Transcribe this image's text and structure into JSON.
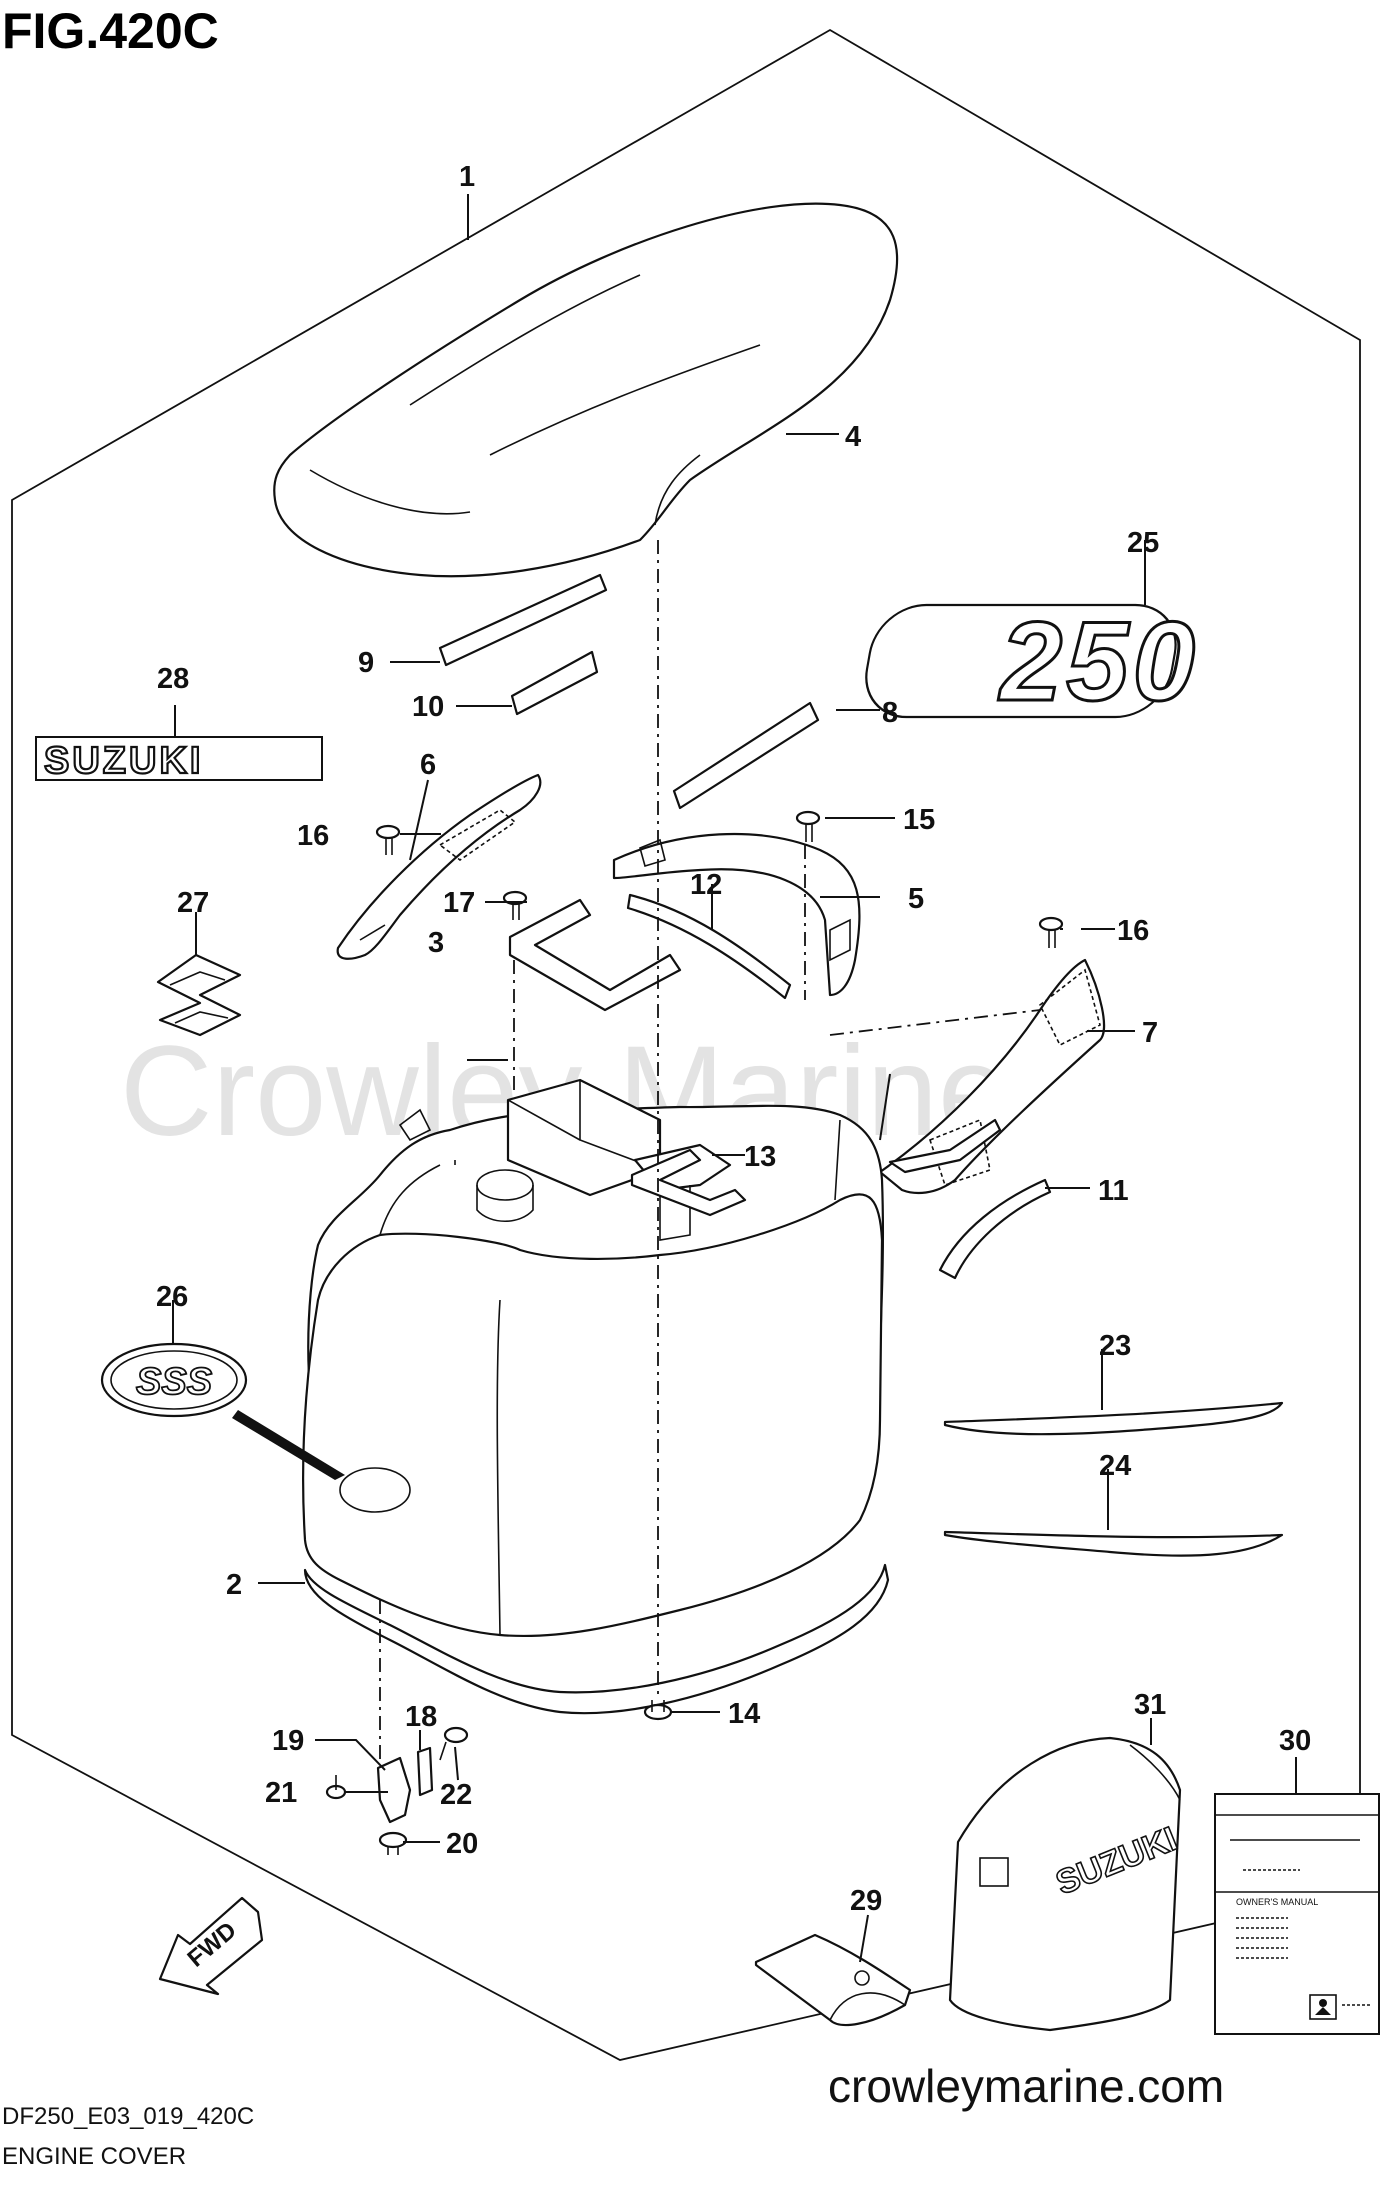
{
  "figure": {
    "title": "FIG.420C",
    "code": "DF250_E03_019_420C",
    "caption": "ENGINE COVER"
  },
  "watermark": "Crowley Marine",
  "site_url": "crowleymarine.com",
  "labels": {
    "decal_250": "250",
    "suzuki_decal": "SUZUKI",
    "sss_decal": "SSS",
    "cover_brand": "SUZUKI",
    "fwd_arrow": "FWD",
    "manual_title": "OWNER'S MANUAL"
  },
  "callouts": [
    {
      "id": "1",
      "label": "1"
    },
    {
      "id": "2",
      "label": "2"
    },
    {
      "id": "3",
      "label": "3"
    },
    {
      "id": "4",
      "label": "4"
    },
    {
      "id": "5",
      "label": "5"
    },
    {
      "id": "6",
      "label": "6"
    },
    {
      "id": "7",
      "label": "7"
    },
    {
      "id": "8",
      "label": "8"
    },
    {
      "id": "9",
      "label": "9"
    },
    {
      "id": "10",
      "label": "10"
    },
    {
      "id": "11",
      "label": "11"
    },
    {
      "id": "12",
      "label": "12"
    },
    {
      "id": "13",
      "label": "13"
    },
    {
      "id": "14",
      "label": "14"
    },
    {
      "id": "15",
      "label": "15"
    },
    {
      "id": "16a",
      "label": "16"
    },
    {
      "id": "16b",
      "label": "16"
    },
    {
      "id": "17",
      "label": "17"
    },
    {
      "id": "18",
      "label": "18"
    },
    {
      "id": "19",
      "label": "19"
    },
    {
      "id": "20",
      "label": "20"
    },
    {
      "id": "21",
      "label": "21"
    },
    {
      "id": "22",
      "label": "22"
    },
    {
      "id": "23",
      "label": "23"
    },
    {
      "id": "24",
      "label": "24"
    },
    {
      "id": "25",
      "label": "25"
    },
    {
      "id": "26",
      "label": "26"
    },
    {
      "id": "27",
      "label": "27"
    },
    {
      "id": "28",
      "label": "28"
    },
    {
      "id": "29",
      "label": "29"
    },
    {
      "id": "30",
      "label": "30"
    },
    {
      "id": "31",
      "label": "31"
    }
  ]
}
